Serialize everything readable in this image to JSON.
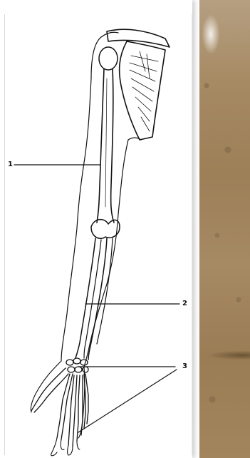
{
  "figure": {
    "labels": [
      "1",
      "2",
      "3"
    ]
  },
  "colors": {
    "ink": "#111111",
    "paper": "#ffffff",
    "background_photo": "#a3855d"
  }
}
